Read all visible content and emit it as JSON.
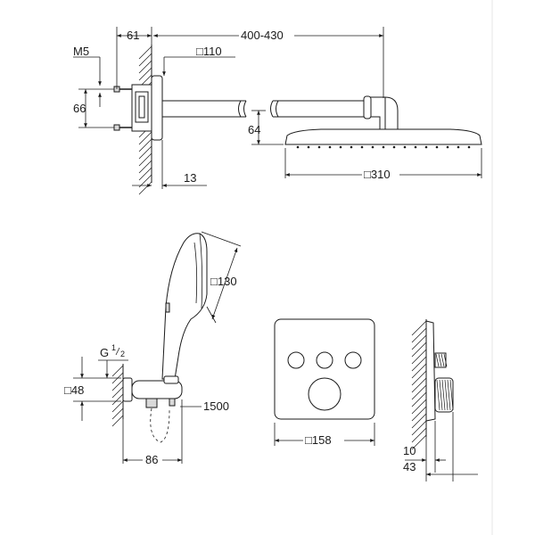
{
  "dimensions": {
    "wall_offset": "61",
    "arm_length": "400-430",
    "thread": "M5",
    "flange_size": "110",
    "flange_height": "66",
    "drop": "64",
    "flange_depth": "13",
    "head_size": "310",
    "hand_shower_size": "130",
    "outlet_thread": "G",
    "outlet_thread_num": "1",
    "outlet_thread_den": "2",
    "outlet_size": "48",
    "hose_length": "1500",
    "outlet_depth": "86",
    "plate_size": "158",
    "plate_depth": "10",
    "knob_depth": "43"
  },
  "symbols": {
    "square": "□"
  }
}
